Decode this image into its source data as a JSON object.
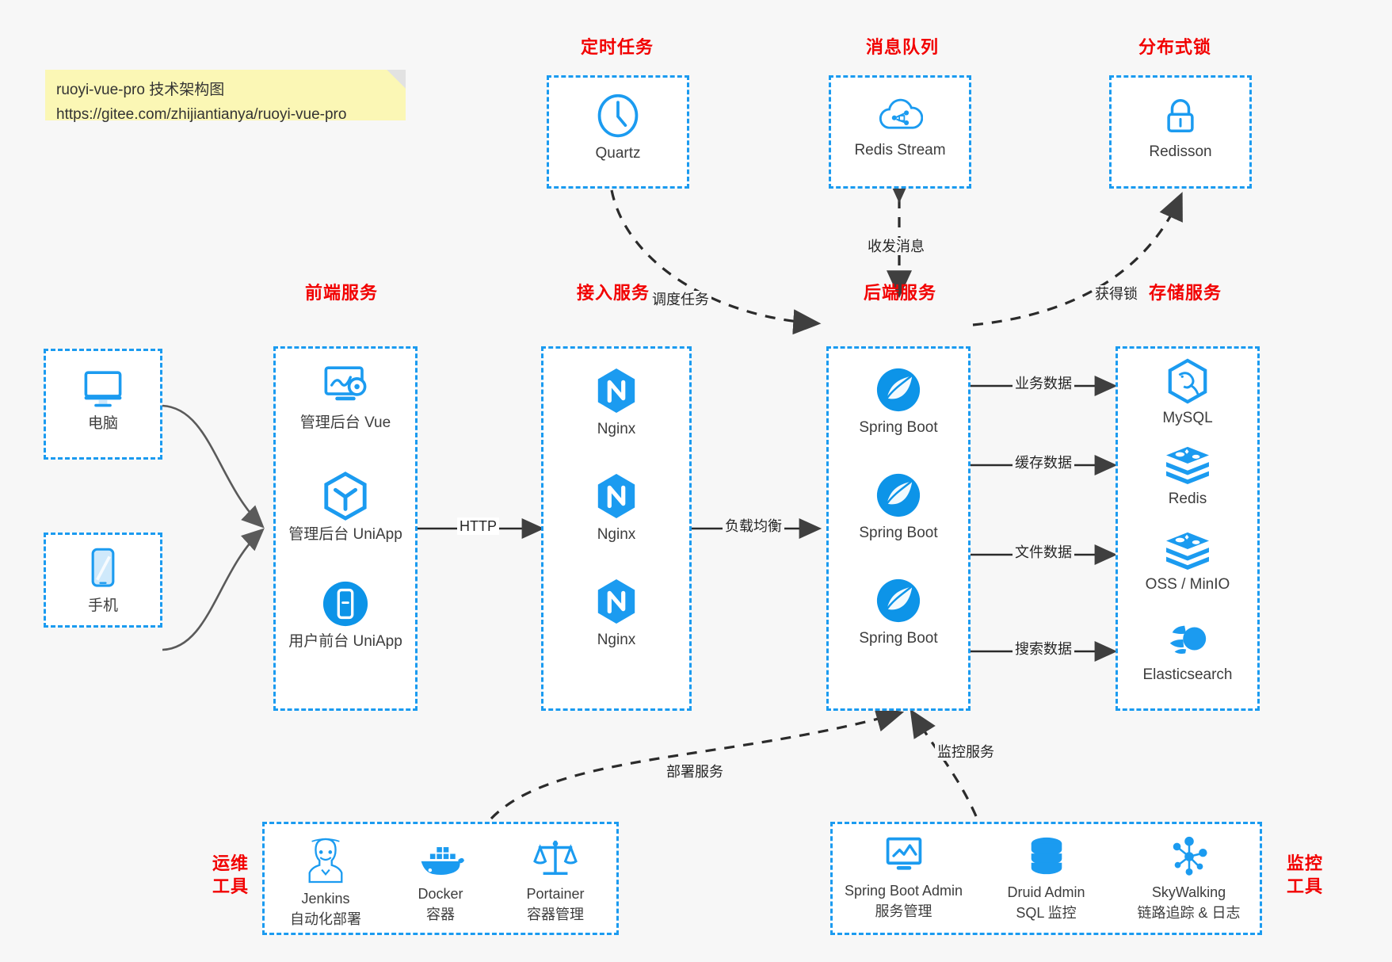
{
  "note": {
    "line1": "ruoyi-vue-pro 技术架构图",
    "line2": "https://gitee.com/zhijiantianya/ruoyi-vue-pro"
  },
  "colors": {
    "accent": "#1b9bf0",
    "title": "#f20000",
    "text": "#3d3d3d",
    "note_bg": "#fbf7b5",
    "canvas_bg": "#f7f7f7"
  },
  "groups": {
    "scheduler": {
      "title": "定时任务",
      "nodes": [
        {
          "label": "Quartz",
          "icon": "clock-icon"
        }
      ]
    },
    "mq": {
      "title": "消息队列",
      "nodes": [
        {
          "label": "Redis Stream",
          "icon": "cloud-stream-icon"
        }
      ]
    },
    "lock": {
      "title": "分布式锁",
      "nodes": [
        {
          "label": "Redisson",
          "icon": "lock-icon"
        }
      ]
    },
    "clients": {
      "nodes": [
        {
          "label": "电脑",
          "icon": "desktop-icon"
        },
        {
          "label": "手机",
          "icon": "phone-icon"
        }
      ]
    },
    "frontend": {
      "title": "前端服务",
      "nodes": [
        {
          "label": "管理后台 Vue",
          "icon": "dashboard-gear-icon"
        },
        {
          "label": "管理后台 UniApp",
          "icon": "uniapp-hex-icon"
        },
        {
          "label": "用户前台 UniApp",
          "icon": "mobile-app-icon"
        }
      ]
    },
    "gateway": {
      "title": "接入服务",
      "nodes": [
        {
          "label": "Nginx",
          "icon": "nginx-icon"
        },
        {
          "label": "Nginx",
          "icon": "nginx-icon"
        },
        {
          "label": "Nginx",
          "icon": "nginx-icon"
        }
      ]
    },
    "backend": {
      "title": "后端服务",
      "nodes": [
        {
          "label": "Spring Boot",
          "icon": "spring-boot-icon"
        },
        {
          "label": "Spring Boot",
          "icon": "spring-boot-icon"
        },
        {
          "label": "Spring Boot",
          "icon": "spring-boot-icon"
        }
      ]
    },
    "storage": {
      "title": "存储服务",
      "nodes": [
        {
          "label": "MySQL",
          "icon": "mysql-icon"
        },
        {
          "label": "Redis",
          "icon": "redis-icon"
        },
        {
          "label": "OSS / MinIO",
          "icon": "oss-icon"
        },
        {
          "label": "Elasticsearch",
          "icon": "elasticsearch-icon"
        }
      ]
    },
    "devops": {
      "title": "运维\n工具",
      "title_line1": "运维",
      "title_line2": "工具",
      "nodes": [
        {
          "label": "Jenkins",
          "sub": "自动化部署",
          "icon": "jenkins-icon"
        },
        {
          "label": "Docker",
          "sub": "容器",
          "icon": "docker-icon"
        },
        {
          "label": "Portainer",
          "sub": "容器管理",
          "icon": "portainer-icon"
        }
      ]
    },
    "monitoring": {
      "title_line1": "监控",
      "title_line2": "工具",
      "nodes": [
        {
          "label": "Spring Boot Admin",
          "sub": "服务管理",
          "icon": "monitor-chart-icon"
        },
        {
          "label": "Druid Admin",
          "sub": "SQL 监控",
          "icon": "database-icon"
        },
        {
          "label": "SkyWalking",
          "sub": "链路追踪 & 日志",
          "icon": "skywalking-icon"
        }
      ]
    }
  },
  "edges": {
    "http": "HTTP",
    "load_balance": "负载均衡",
    "schedule_task": "调度任务",
    "send_receive_message": "收发消息",
    "acquire_lock": "获得锁",
    "business_data": "业务数据",
    "cache_data": "缓存数据",
    "file_data": "文件数据",
    "search_data": "搜索数据",
    "deploy_service": "部署服务",
    "monitor_service": "监控服务"
  }
}
